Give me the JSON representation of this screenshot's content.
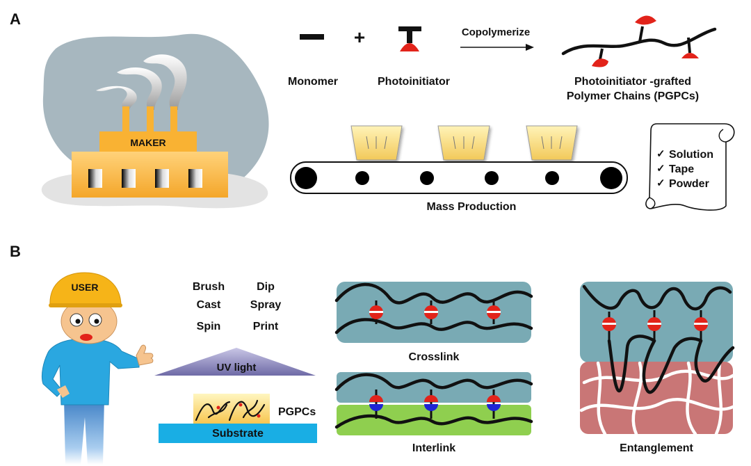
{
  "panels": {
    "a": "A",
    "b": "B"
  },
  "factory": {
    "maker": "MAKER"
  },
  "reaction": {
    "plus": "+",
    "monomer": "Monomer",
    "photoinitiator": "Photoinitiator",
    "arrow": "Copolymerize",
    "product_line1": "Photoinitiator -grafted",
    "product_line2": "Polymer Chains (PGPCs)"
  },
  "production": {
    "label": "Mass Production"
  },
  "forms": [
    "Solution",
    "Tape",
    "Powder"
  ],
  "check_glyph": "✓",
  "user": {
    "helmet": "USER"
  },
  "methods": [
    [
      "Brush",
      "Dip"
    ],
    [
      "Cast",
      "Spray"
    ],
    [
      "Spin",
      "Print"
    ]
  ],
  "uv": {
    "label": "UV light"
  },
  "coating": {
    "film": "PGPCs",
    "substrate": "Substrate"
  },
  "mechanisms": {
    "crosslink": "Crosslink",
    "interlink": "Interlink",
    "entanglement": "Entanglement"
  },
  "colors": {
    "factory_orange": "#f9b233",
    "blob": "#a7b7bf",
    "initiator_red": "#e2231a",
    "partner_blue": "#1e24d4",
    "panel_teal": "#79aab4",
    "panel_green": "#8fcf4f",
    "panel_rose": "#c97676",
    "substrate": "#19aee4",
    "shirt": "#2aa7e0",
    "helmet": "#f6b418"
  }
}
